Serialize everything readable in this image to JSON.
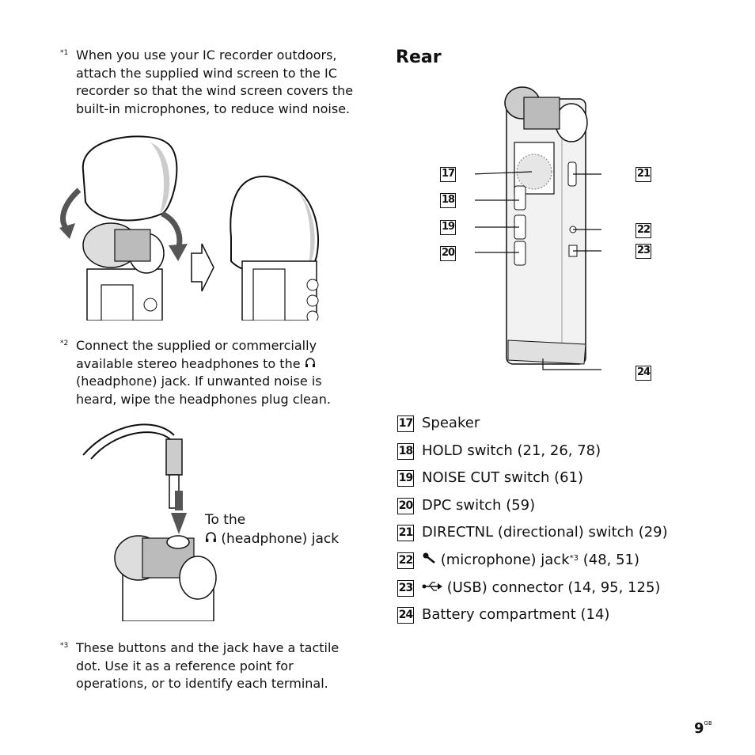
{
  "notes": [
    {
      "mark": "*1",
      "text": "When you use your IC recorder outdoors, attach the supplied wind screen to the IC recorder so that the wind screen covers the built-in microphones, to reduce wind noise."
    },
    {
      "mark": "*2",
      "text_a": "Connect the supplied or commercially available stereo headphones to the",
      "text_b": "(headphone) jack. If unwanted noise is heard, wipe the headphones plug clean."
    },
    {
      "mark": "*3",
      "text": "These buttons and the jack have a tactile dot. Use it as a reference point for operations, or to identify each terminal."
    }
  ],
  "headphone_caption": {
    "line1": "To the",
    "line2": "(headphone) jack"
  },
  "section_title": "Rear",
  "callouts": [
    "17",
    "18",
    "19",
    "20",
    "21",
    "22",
    "23",
    "24"
  ],
  "legend": [
    {
      "num": "17",
      "label": "Speaker"
    },
    {
      "num": "18",
      "label": "HOLD switch (21, 26, 78)"
    },
    {
      "num": "19",
      "label": "NOISE CUT switch (61)"
    },
    {
      "num": "20",
      "label": "DPC switch (59)"
    },
    {
      "num": "21",
      "label": "DIRECTNL (directional) switch (29)"
    },
    {
      "num": "22",
      "label_a": "(microphone) jack",
      "sup": "*3",
      "label_b": " (48, 51)"
    },
    {
      "num": "23",
      "label": "(USB) connector (14, 95, 125)"
    },
    {
      "num": "24",
      "label": "Battery compartment (14)"
    }
  ],
  "page": {
    "number": "9",
    "suffix": "GB"
  }
}
